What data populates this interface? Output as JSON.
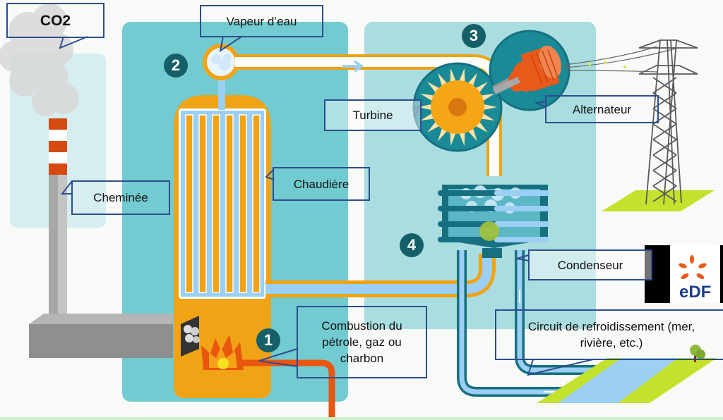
{
  "title": "Centrale thermique à flamme",
  "labels": {
    "co2": "CO2",
    "vapeur": "Vapeur d’eau",
    "turbine": "Turbine",
    "alternateur": "Alternateur",
    "cheminee": "Cheminée",
    "chaudiere": "Chaudière",
    "condenseur": "Condenseur",
    "combustion": [
      "Combustion du",
      "pétrole, gaz ou",
      "charbon"
    ],
    "refroidissement": [
      "Circuit de refroidissement (mer,",
      "rivière, etc.)"
    ]
  },
  "steps": [
    "1",
    "2",
    "3",
    "4"
  ],
  "logo": {
    "text": "eDF",
    "brand_color": "#e85a1a",
    "text_color": "#1d3f8a"
  },
  "colors": {
    "panel_dark": "#72cbd0",
    "panel_light": "#a9dde0",
    "panel_pale": "#d3eef0",
    "boiler_orange": "#f0a314",
    "water_blue": "#9ccff4",
    "teal_dark": "#167080",
    "callout_border": "#2e4d8f",
    "grass": "#c3e22d",
    "flame_red": "#e8560f"
  }
}
